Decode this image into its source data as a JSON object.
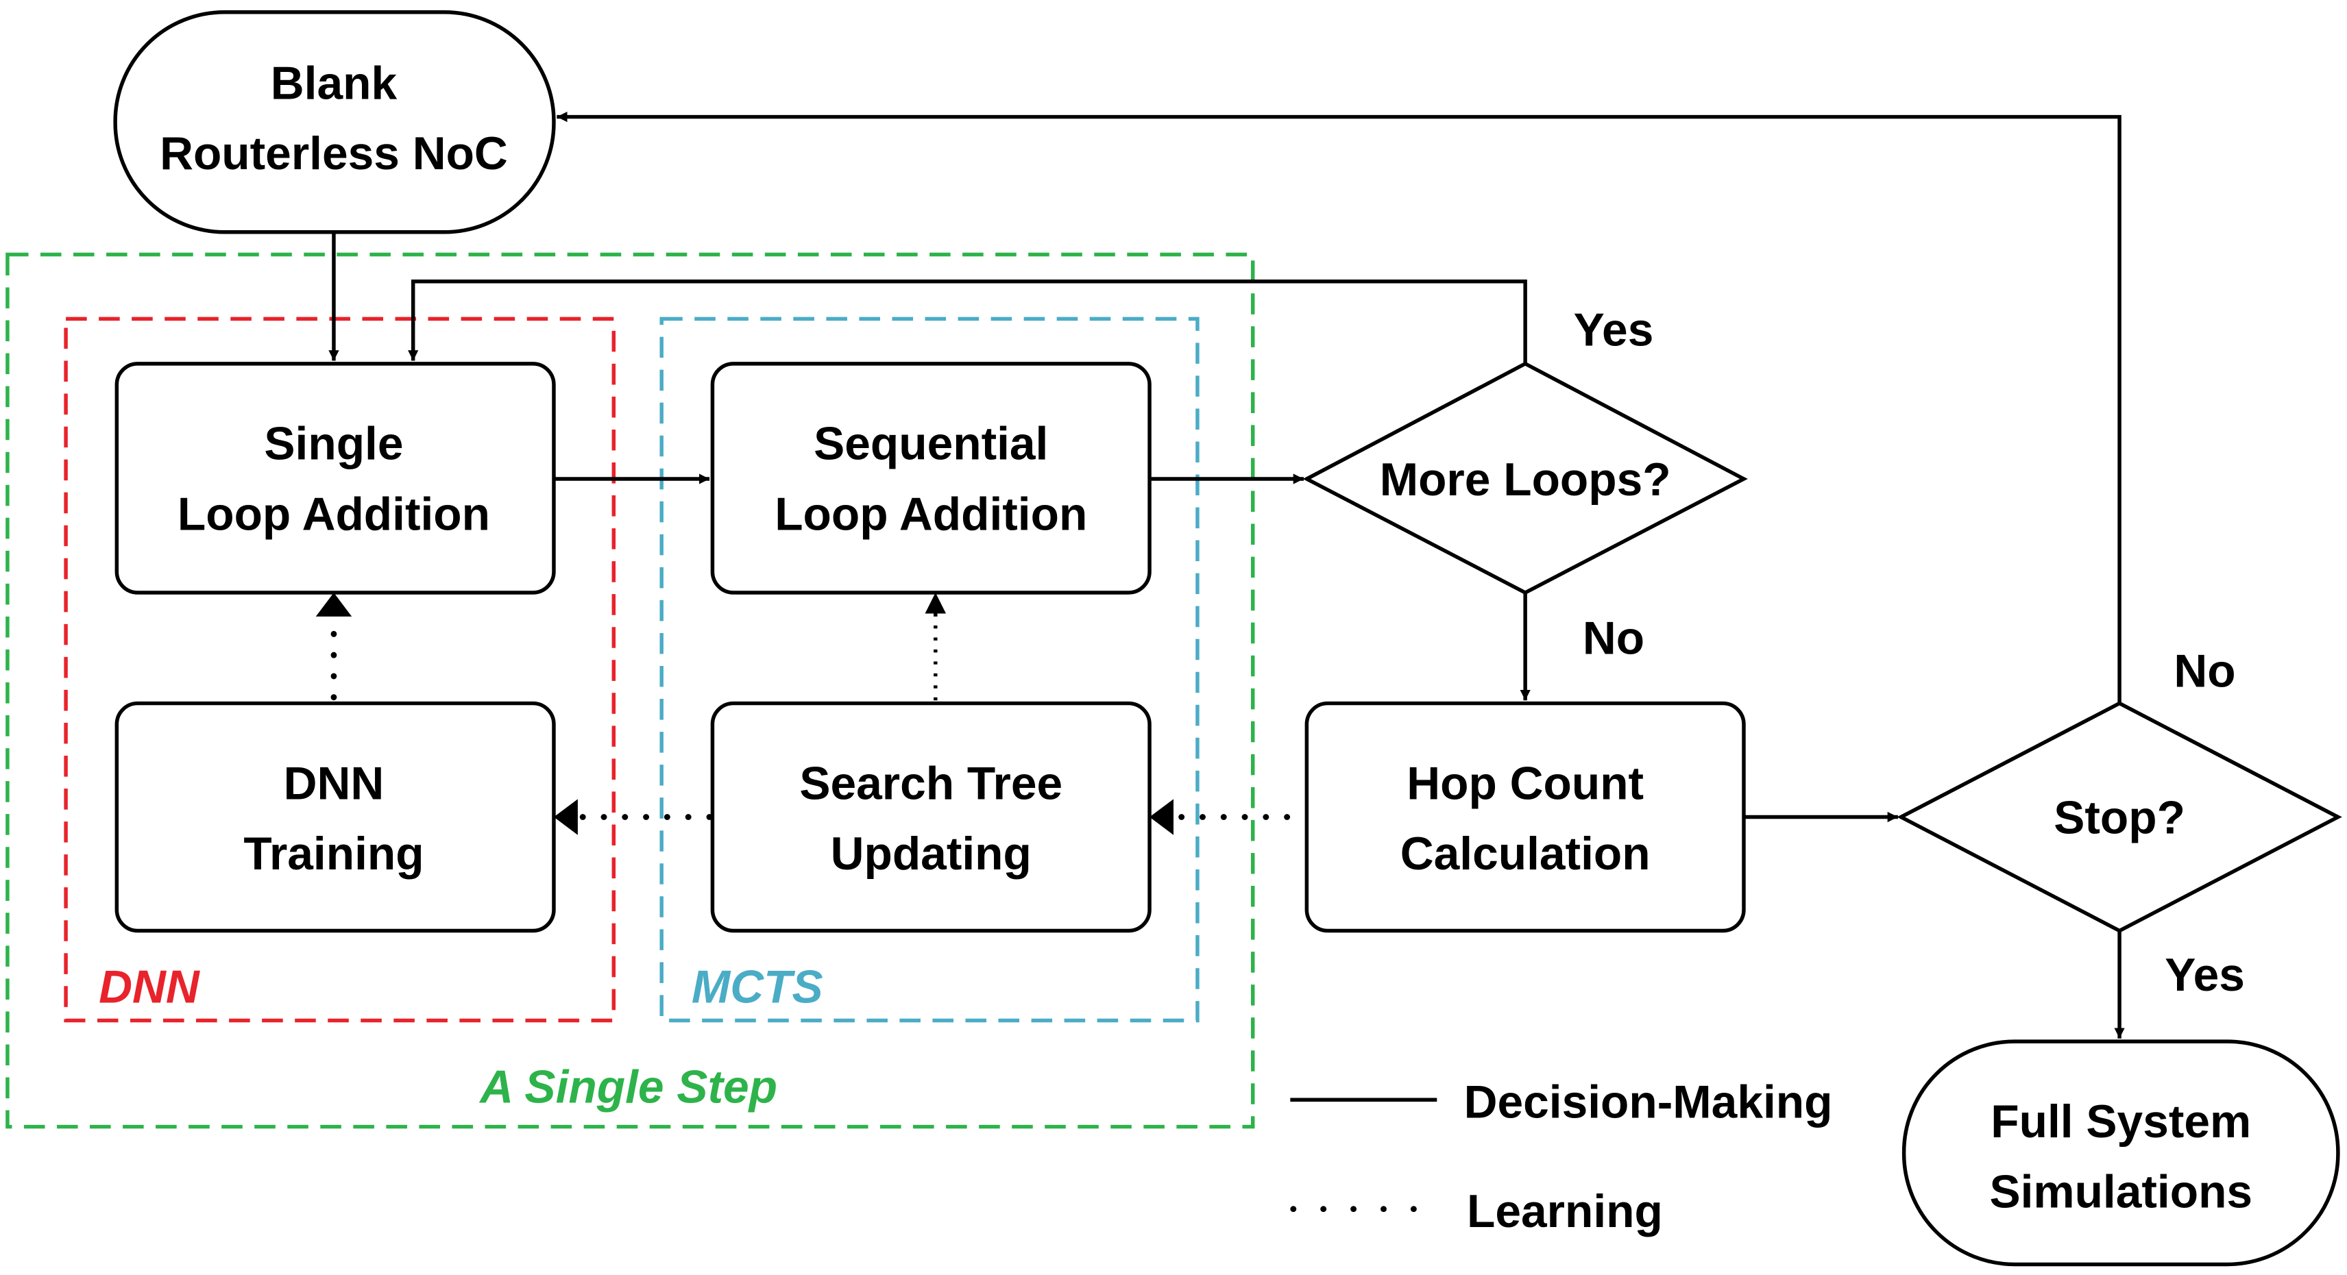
{
  "nodes": {
    "start": [
      "Blank",
      "Routerless NoC"
    ],
    "single": [
      "Single",
      "Loop Addition"
    ],
    "sequential": [
      "Sequential",
      "Loop Addition"
    ],
    "dnn_training": [
      "DNN",
      "Training"
    ],
    "search_tree": [
      "Search Tree",
      "Updating"
    ],
    "hop_count": [
      "Hop Count",
      "Calculation"
    ],
    "more_loops": "More Loops?",
    "stop": "Stop?",
    "end": [
      "Full System",
      "Simulations"
    ]
  },
  "edge_labels": {
    "more_yes": "Yes",
    "more_no": "No",
    "stop_no": "No",
    "stop_yes": "Yes"
  },
  "groups": {
    "dnn": "DNN",
    "mcts": "MCTS",
    "step": "A Single Step"
  },
  "legend": {
    "solid": "Decision-Making",
    "dotted": "Learning"
  },
  "colors": {
    "dnn": "#e8232b",
    "mcts": "#4bacc6",
    "step": "#2db34a"
  }
}
